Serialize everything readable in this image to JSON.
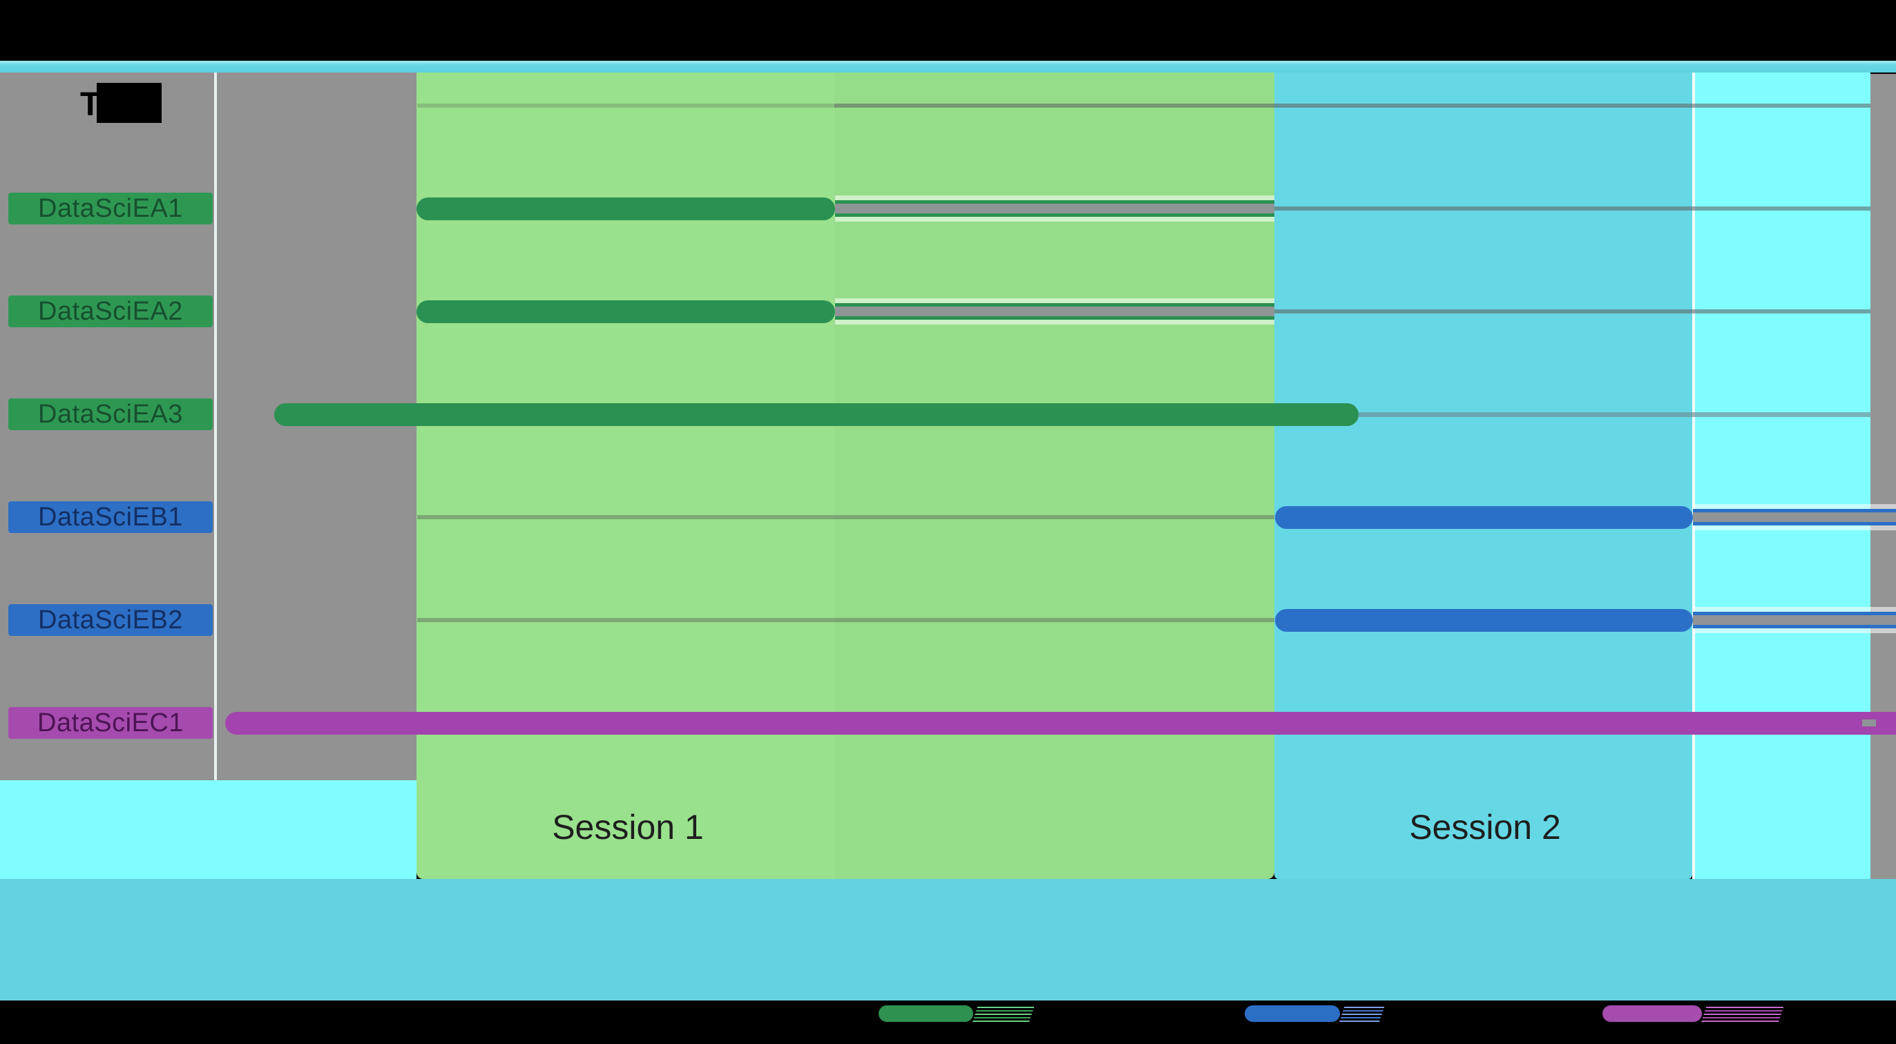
{
  "header": {
    "task_column_label": "Task"
  },
  "sessions": [
    {
      "label": "Session 1"
    },
    {
      "label": "Session 2"
    }
  ],
  "colors": {
    "letterbox": "#000000",
    "top_strip": "#66d8e5",
    "label_margin_gray": "#929292",
    "session1_panel": "#97df8a",
    "session2_panel": "#66d8e5",
    "right_margin": "#80fdff",
    "right_edge_gray": "#949494",
    "bottom_band": "#64d2e0",
    "gridline": "#5c5c5c",
    "green_bar": "#2b9152",
    "blue_bar": "#2b70c8",
    "purple_bar": "#a343ad"
  },
  "chart_data": {
    "type": "gantt",
    "title": "",
    "xlabel": "",
    "ylabel": "Task",
    "x_axis_normalized": [
      0,
      1
    ],
    "grid": true,
    "sessions": [
      {
        "name": "Session 1",
        "start": 0.119,
        "end": 0.63
      },
      {
        "name": "Session 2",
        "start": 0.63,
        "end": 0.879
      }
    ],
    "tasks": [
      {
        "name": "DataSciEA1",
        "group": "A",
        "color": "#2b9152",
        "label_bg": "#2e9853",
        "label_color": "#17502d",
        "start": 0.119,
        "end": 0.368,
        "continuation": "striped",
        "grid_before": false
      },
      {
        "name": "DataSciEA2",
        "group": "A",
        "color": "#2b9152",
        "label_bg": "#2e9853",
        "label_color": "#17502d",
        "start": 0.119,
        "end": 0.368,
        "continuation": "striped",
        "grid_before": false
      },
      {
        "name": "DataSciEA3",
        "group": "A",
        "color": "#2b9152",
        "label_bg": "#2e9853",
        "label_color": "#17502d",
        "start": 0.034,
        "end": 0.68,
        "continuation": "plain",
        "grid_before": false
      },
      {
        "name": "DataSciEB1",
        "group": "B",
        "color": "#2b70c8",
        "label_bg": "#2d6fc5",
        "label_color": "#132f63",
        "start": 0.63,
        "end": 0.879,
        "continuation": "striped",
        "grid_before": true
      },
      {
        "name": "DataSciEB2",
        "group": "B",
        "color": "#2b70c8",
        "label_bg": "#2d6fc5",
        "label_color": "#132f63",
        "start": 0.63,
        "end": 0.879,
        "continuation": "striped",
        "grid_before": true
      },
      {
        "name": "DataSciEC1",
        "group": "C",
        "color": "#a343ad",
        "label_bg": "#a64bae",
        "label_color": "#4c1454",
        "start": 0.005,
        "end": 1.0,
        "continuation": "none",
        "grid_before": false
      }
    ]
  },
  "legend": {
    "items": [
      {
        "swatch_color": "#2e9150"
      },
      {
        "swatch_color": "#2b6fc4"
      },
      {
        "swatch_color": "#a54cae"
      }
    ]
  }
}
